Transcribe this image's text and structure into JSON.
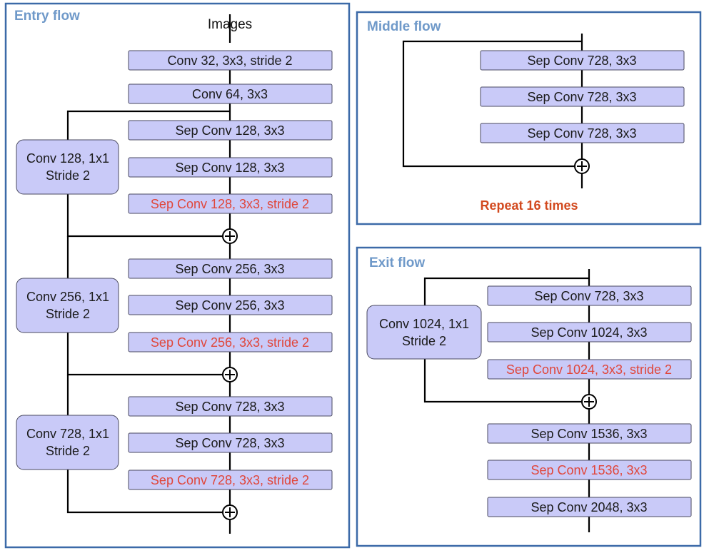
{
  "entry_flow": {
    "title": "Entry  flow",
    "input_label": "Images",
    "main_layers": [
      {
        "label": "Conv 32, 3x3, stride 2",
        "highlight": false
      },
      {
        "label": "Conv 64, 3x3",
        "highlight": false
      },
      {
        "label": "Sep Conv 128, 3x3",
        "highlight": false
      },
      {
        "label": "Sep Conv 128, 3x3",
        "highlight": false
      },
      {
        "label": "Sep Conv 128, 3x3, stride 2",
        "highlight": true
      },
      {
        "label": "Sep Conv 256, 3x3",
        "highlight": false
      },
      {
        "label": "Sep Conv 256, 3x3",
        "highlight": false
      },
      {
        "label": "Sep Conv 256, 3x3, stride 2",
        "highlight": true
      },
      {
        "label": "Sep Conv 728, 3x3",
        "highlight": false
      },
      {
        "label": "Sep Conv 728, 3x3",
        "highlight": false
      },
      {
        "label": "Sep Conv 728, 3x3, stride 2",
        "highlight": true
      }
    ],
    "shortcut_layers": [
      {
        "line1": "Conv 128, 1x1",
        "line2": "Stride 2"
      },
      {
        "line1": "Conv 256, 1x1",
        "line2": "Stride 2"
      },
      {
        "line1": "Conv 728, 1x1",
        "line2": "Stride 2"
      }
    ]
  },
  "middle_flow": {
    "title": "Middle  flow",
    "layers": [
      {
        "label": "Sep Conv 728, 3x3",
        "highlight": false
      },
      {
        "label": "Sep Conv 728, 3x3",
        "highlight": false
      },
      {
        "label": "Sep Conv 728, 3x3",
        "highlight": false
      }
    ],
    "repeat_label": "Repeat 16 times"
  },
  "exit_flow": {
    "title": "Exit  flow",
    "layers": [
      {
        "label": "Sep Conv 728, 3x3",
        "highlight": false
      },
      {
        "label": "Sep Conv 1024, 3x3",
        "highlight": false
      },
      {
        "label": "Sep Conv 1024, 3x3, stride 2",
        "highlight": true
      },
      {
        "label": "Sep Conv 1536, 3x3",
        "highlight": false
      },
      {
        "label": "Sep Conv 1536, 3x3",
        "highlight": true
      },
      {
        "label": "Sep Conv 2048, 3x3",
        "highlight": false
      }
    ],
    "shortcut_layer": {
      "line1": "Conv 1024, 1x1",
      "line2": "Stride 2"
    }
  },
  "colors": {
    "panel_border": "#3c6aa8",
    "panel_title": "#6f99c9",
    "box_fill": "#c9caf8",
    "highlight_text": "#e0463a",
    "repeat_text": "#d2491e"
  }
}
